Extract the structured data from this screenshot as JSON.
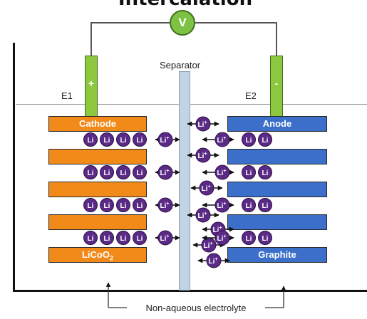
{
  "title": "Intercalation",
  "voltmeter_label": "V",
  "separator_label": "Separator",
  "electrode1_label": "E1",
  "electrode2_label": "E2",
  "cathode_terminal_sign": "+",
  "anode_terminal_sign": "-",
  "cathode_top_label": "Cathode",
  "anode_top_label": "Anode",
  "cathode_bottom_label": "LiCoO",
  "cathode_bottom_subscript": "2",
  "anode_bottom_label": "Graphite",
  "electrolyte_label": "Non-aqueous electrolyte",
  "li_atom_label": "Li",
  "li_ion_label": "Li",
  "li_ion_superscript": "+",
  "colors": {
    "cathode": "#f28a1a",
    "anode": "#3b6fc9",
    "terminal": "#8dc63f",
    "li_atom": "#5b2a86",
    "separator": "#c3d3e6"
  }
}
